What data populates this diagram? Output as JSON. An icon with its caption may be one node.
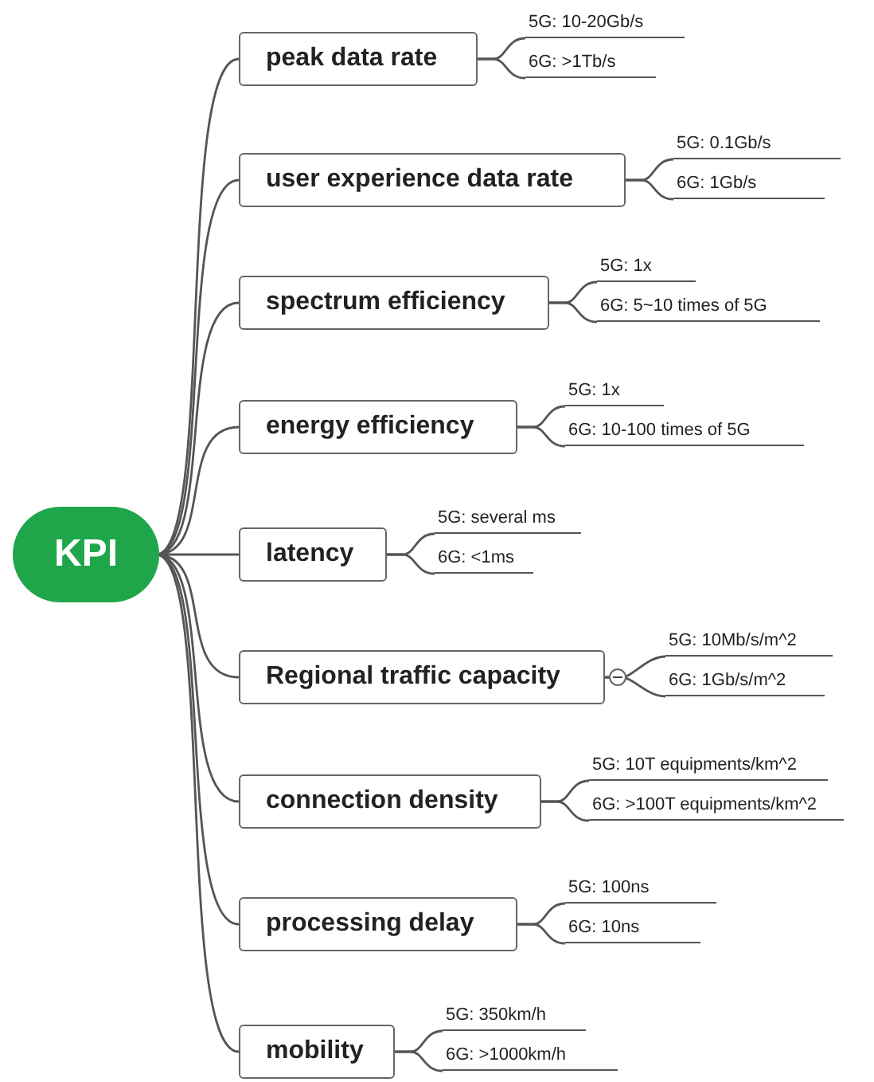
{
  "diagram": {
    "nodes": [
      {
        "text": [
          "KPI"
        ]
      },
      {
        "text": [
          "peak data rate"
        ]
      },
      {
        "text": [
          "5G: 10-20Gb/s"
        ]
      },
      {
        "text": [
          "6G: >1Tb/s"
        ]
      },
      {
        "text": [
          "user experience data rate"
        ]
      },
      {
        "text": [
          "5G: 0.1Gb/s"
        ]
      },
      {
        "text": [
          "6G: 1Gb/s"
        ]
      },
      {
        "text": [
          "spectrum efficiency"
        ]
      },
      {
        "text": [
          "5G: 1x"
        ]
      },
      {
        "text": [
          "6G: 5~10 times of 5G"
        ]
      },
      {
        "text": [
          "energy efficiency"
        ]
      },
      {
        "text": [
          "5G: 1x"
        ]
      },
      {
        "text": [
          "6G: 10-100 times of 5G"
        ]
      },
      {
        "text": [
          "latency"
        ]
      },
      {
        "text": [
          "5G: several ms"
        ]
      },
      {
        "text": [
          "6G: <1ms"
        ]
      },
      {
        "text": [
          "Regional traffic capacity"
        ]
      },
      {
        "text": [
          "5G: 10Mb/s/m^2"
        ]
      },
      {
        "text": [
          "6G: 1Gb/s/m^2"
        ]
      },
      {
        "text": [
          "connection density"
        ]
      },
      {
        "text": [
          "5G: 10T equipments/km^2"
        ]
      },
      {
        "text": [
          "6G: >100T equipments/km^2"
        ]
      },
      {
        "text": [
          "processing delay"
        ]
      },
      {
        "text": [
          "5G: 100ns"
        ]
      },
      {
        "text": [
          "6G: 10ns"
        ]
      },
      {
        "text": [
          "mobility"
        ]
      },
      {
        "text": [
          "5G: 350km/h"
        ]
      },
      {
        "text": [
          "6G: >1000km/h"
        ]
      }
    ],
    "edges": [
      {
        "from": 0,
        "to": 1,
        "arrow": "none"
      },
      {
        "from": 1,
        "to": 2,
        "arrow": "none"
      },
      {
        "from": 1,
        "to": 3,
        "arrow": "none"
      },
      {
        "from": 0,
        "to": 4,
        "arrow": "none"
      },
      {
        "from": 4,
        "to": 5,
        "arrow": "none"
      },
      {
        "from": 4,
        "to": 6,
        "arrow": "none"
      },
      {
        "from": 0,
        "to": 7,
        "arrow": "none"
      },
      {
        "from": 7,
        "to": 8,
        "arrow": "none"
      },
      {
        "from": 7,
        "to": 9,
        "arrow": "none"
      },
      {
        "from": 0,
        "to": 10,
        "arrow": "none"
      },
      {
        "from": 10,
        "to": 11,
        "arrow": "none"
      },
      {
        "from": 10,
        "to": 12,
        "arrow": "none"
      },
      {
        "from": 0,
        "to": 13,
        "arrow": "none"
      },
      {
        "from": 13,
        "to": 14,
        "arrow": "none"
      },
      {
        "from": 13,
        "to": 15,
        "arrow": "none"
      },
      {
        "from": 0,
        "to": 16,
        "arrow": "none"
      },
      {
        "from": 16,
        "to": 17,
        "arrow": "none"
      },
      {
        "from": 16,
        "to": 18,
        "arrow": "none"
      },
      {
        "from": 0,
        "to": 19,
        "arrow": "none"
      },
      {
        "from": 19,
        "to": 20,
        "arrow": "none"
      },
      {
        "from": 19,
        "to": 21,
        "arrow": "none"
      },
      {
        "from": 0,
        "to": 22,
        "arrow": "none"
      },
      {
        "from": 22,
        "to": 23,
        "arrow": "none"
      },
      {
        "from": 22,
        "to": 24,
        "arrow": "none"
      },
      {
        "from": 0,
        "to": 25,
        "arrow": "none"
      },
      {
        "from": 25,
        "to": 26,
        "arrow": "none"
      },
      {
        "from": 25,
        "to": 27,
        "arrow": "none"
      }
    ]
  }
}
